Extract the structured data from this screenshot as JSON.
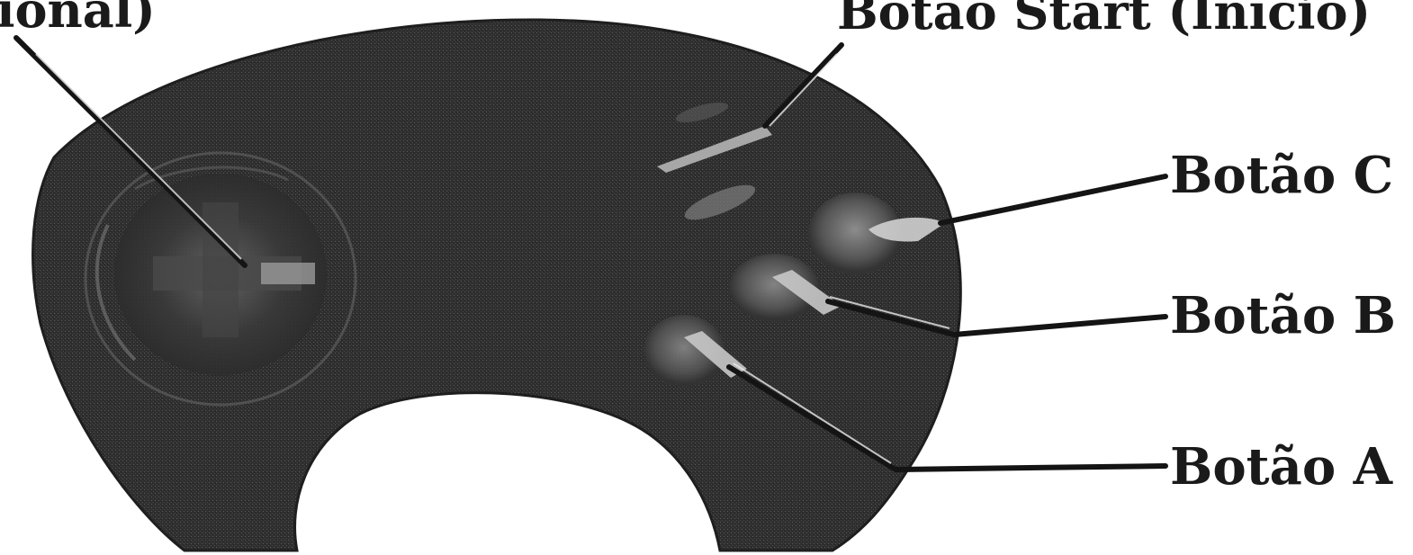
{
  "figure": {
    "labels": {
      "directional_pad": "ional)",
      "start_button": "Botão Start (Início)",
      "button_c": "Botão C",
      "button_b": "Botão B",
      "button_a": "Botão A"
    }
  },
  "colors": {
    "body": "#2f2f2f",
    "body_highlight": "#4a4a4a",
    "button_glint": "#bdbdbd",
    "leader_line": "#141414",
    "label_text": "#1a1a1a",
    "background": "#ffffff"
  }
}
